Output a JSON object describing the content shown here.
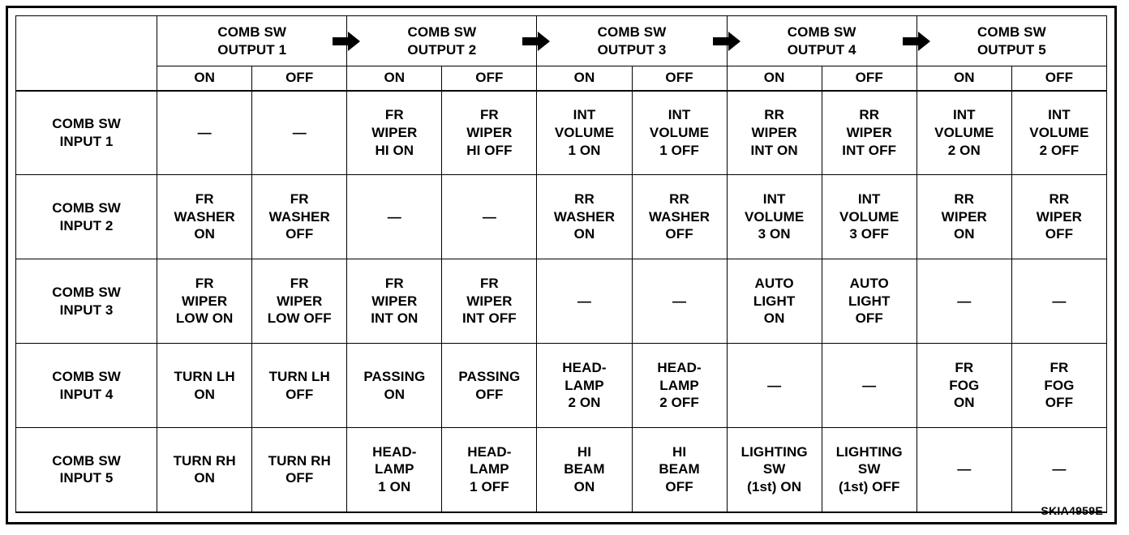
{
  "figure": {
    "caption": "SKIA4959E",
    "arrow_icon": "right-arrow-icon"
  },
  "table": {
    "corner_label": "",
    "column_groups": [
      {
        "title_line1": "COMB SW",
        "title_line2": "OUTPUT 1",
        "sub": [
          "ON",
          "OFF"
        ]
      },
      {
        "title_line1": "COMB SW",
        "title_line2": "OUTPUT 2",
        "sub": [
          "ON",
          "OFF"
        ]
      },
      {
        "title_line1": "COMB SW",
        "title_line2": "OUTPUT 3",
        "sub": [
          "ON",
          "OFF"
        ]
      },
      {
        "title_line1": "COMB SW",
        "title_line2": "OUTPUT 4",
        "sub": [
          "ON",
          "OFF"
        ]
      },
      {
        "title_line1": "COMB SW",
        "title_line2": "OUTPUT 5",
        "sub": [
          "ON",
          "OFF"
        ]
      }
    ],
    "rows": [
      {
        "label_line1": "COMB SW",
        "label_line2": "INPUT 1",
        "cells": [
          [
            "—"
          ],
          [
            "—"
          ],
          [
            "FR",
            "WIPER",
            "HI ON"
          ],
          [
            "FR",
            "WIPER",
            "HI OFF"
          ],
          [
            "INT",
            "VOLUME",
            "1 ON"
          ],
          [
            "INT",
            "VOLUME",
            "1 OFF"
          ],
          [
            "RR",
            "WIPER",
            "INT ON"
          ],
          [
            "RR",
            "WIPER",
            "INT OFF"
          ],
          [
            "INT",
            "VOLUME",
            "2 ON"
          ],
          [
            "INT",
            "VOLUME",
            "2 OFF"
          ]
        ]
      },
      {
        "label_line1": "COMB SW",
        "label_line2": "INPUT 2",
        "cells": [
          [
            "FR",
            "WASHER",
            "ON"
          ],
          [
            "FR",
            "WASHER",
            "OFF"
          ],
          [
            "—"
          ],
          [
            "—"
          ],
          [
            "RR",
            "WASHER",
            "ON"
          ],
          [
            "RR",
            "WASHER",
            "OFF"
          ],
          [
            "INT",
            "VOLUME",
            "3 ON"
          ],
          [
            "INT",
            "VOLUME",
            "3 OFF"
          ],
          [
            "RR",
            "WIPER",
            "ON"
          ],
          [
            "RR",
            "WIPER",
            "OFF"
          ]
        ]
      },
      {
        "label_line1": "COMB SW",
        "label_line2": "INPUT 3",
        "cells": [
          [
            "FR",
            "WIPER",
            "LOW ON"
          ],
          [
            "FR",
            "WIPER",
            "LOW OFF"
          ],
          [
            "FR",
            "WIPER",
            "INT ON"
          ],
          [
            "FR",
            "WIPER",
            "INT OFF"
          ],
          [
            "—"
          ],
          [
            "—"
          ],
          [
            "AUTO",
            "LIGHT",
            "ON"
          ],
          [
            "AUTO",
            "LIGHT",
            "OFF"
          ],
          [
            "—"
          ],
          [
            "—"
          ]
        ]
      },
      {
        "label_line1": "COMB SW",
        "label_line2": "INPUT 4",
        "cells": [
          [
            "TURN LH",
            "ON"
          ],
          [
            "TURN LH",
            "OFF"
          ],
          [
            "PASSING",
            "ON"
          ],
          [
            "PASSING",
            "OFF"
          ],
          [
            "HEAD-",
            "LAMP",
            "2 ON"
          ],
          [
            "HEAD-",
            "LAMP",
            "2 OFF"
          ],
          [
            "—"
          ],
          [
            "—"
          ],
          [
            "FR",
            "FOG",
            "ON"
          ],
          [
            "FR",
            "FOG",
            "OFF"
          ]
        ]
      },
      {
        "label_line1": "COMB SW",
        "label_line2": "INPUT 5",
        "cells": [
          [
            "TURN RH",
            "ON"
          ],
          [
            "TURN RH",
            "OFF"
          ],
          [
            "HEAD-",
            "LAMP",
            "1 ON"
          ],
          [
            "HEAD-",
            "LAMP",
            "1 OFF"
          ],
          [
            "HI",
            "BEAM",
            "ON"
          ],
          [
            "HI",
            "BEAM",
            "OFF"
          ],
          [
            "LIGHTING",
            "SW",
            "(1st) ON"
          ],
          [
            "LIGHTING",
            "SW",
            "(1st) OFF"
          ],
          [
            "—"
          ],
          [
            "—"
          ]
        ]
      }
    ]
  }
}
